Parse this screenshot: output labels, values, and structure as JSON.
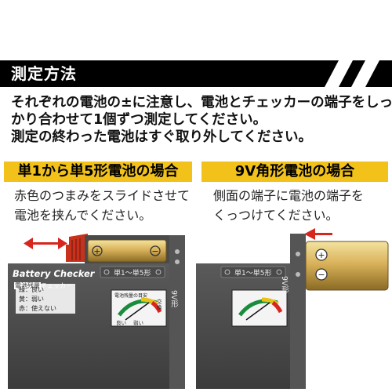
{
  "header": {
    "title": "測定方法"
  },
  "instructions": [
    "それぞれの電池の±に注意し、電池とチェッカーの端子をしっ",
    "かり合わせて1個ずつ測定してください。",
    "測定の終わった電池はすぐ取り外してください。"
  ],
  "left_section": {
    "title": "単1から単5形電池の場合",
    "text": [
      "赤色のつまみをスライドさせて",
      "電池を挟んでください。"
    ]
  },
  "right_section": {
    "title": "9V角形電池の場合",
    "text": [
      "側面の端子に電池の端子を",
      "くっつけてください。"
    ]
  },
  "device": {
    "brand": "Battery Checker",
    "subtitle_box": "電池残量",
    "subtitle_rest": "チェッカー",
    "slot_label": "単1〜単5形",
    "label_9v": "9V形",
    "legend": [
      {
        "key": "緑",
        "value": "良い"
      },
      {
        "key": "黄",
        "value": "弱い"
      },
      {
        "key": "赤",
        "value": "使えない"
      }
    ],
    "meter_title": "電池残量の目安",
    "meter_good": "良い",
    "meter_weak": "弱い",
    "meter_replace": "交換"
  },
  "colors": {
    "accent_yellow": "#f2c21a",
    "arrow_red": "#d6261e",
    "slider_red": "#c8321c",
    "device_body": "#4a4a4a"
  }
}
